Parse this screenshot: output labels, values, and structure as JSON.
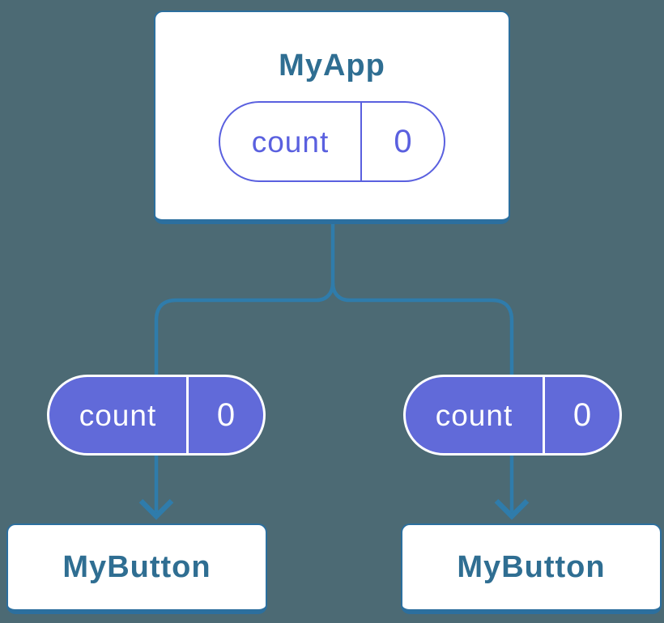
{
  "colors": {
    "background": "#4C6A74",
    "card_border": "#2C6F9E",
    "title_text": "#2F6E92",
    "connector": "#2F7CAB",
    "pill_outline": "#5A60DF",
    "pill_fill": "#616AD9",
    "pill_filled_text": "#FFFFFF"
  },
  "root_card": {
    "title": "MyApp",
    "pill": {
      "label": "count",
      "value": "0"
    }
  },
  "child_cards": [
    {
      "title": "MyButton",
      "pill": {
        "label": "count",
        "value": "0"
      }
    },
    {
      "title": "MyButton",
      "pill": {
        "label": "count",
        "value": "0"
      }
    }
  ]
}
